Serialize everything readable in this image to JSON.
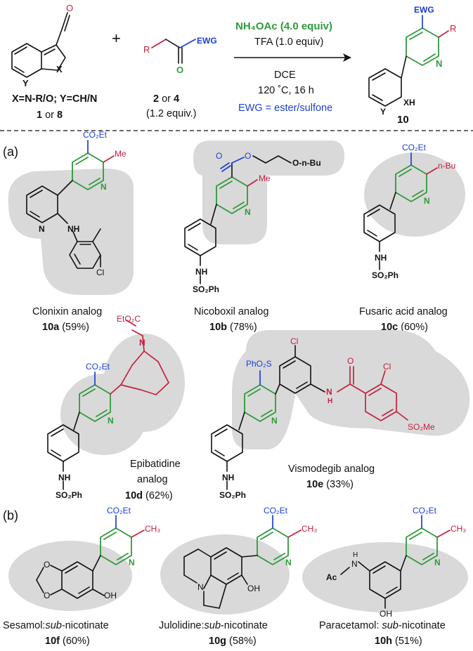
{
  "colors": {
    "green": "#2e9a3a",
    "red": "#c5203f",
    "blue": "#1a3fd6",
    "gray": "#d9d9d9"
  },
  "reaction": {
    "r1_x": "X",
    "r1_y": "Y",
    "r1_line1": "X=N-R/O; Y=CH/N",
    "r1_line2_a": "1",
    "r1_line2_or": " or ",
    "r1_line2_b": "8",
    "plus": "+",
    "r2_r": "R",
    "r2_ewg": "EWG",
    "r2_o": "O",
    "r2_line1_a": "2",
    "r2_line1_or": " or ",
    "r2_line1_b": "4",
    "r2_line2": "(1.2 equiv.)",
    "cond1": "NH₄OAc (4.0 equiv)",
    "cond2": "TFA (1.0 equiv)",
    "cond3": "DCE",
    "cond4": "120 ˚C, 16 h",
    "cond5": "EWG = ester/sulfone",
    "p_ewg": "EWG",
    "p_r": "R",
    "p_n": "N",
    "p_y": "Y",
    "p_xh": "XH",
    "p_label": "10"
  },
  "section_a": {
    "label": "(a)",
    "compounds": [
      {
        "name": "Clonixin analog",
        "id": "10a",
        "yield": " (59%)"
      },
      {
        "name": "Nicoboxil analog",
        "id": "10b",
        "yield": " (78%)"
      },
      {
        "name": "Fusaric acid analog",
        "id": "10c",
        "yield": " (60%)"
      },
      {
        "name1": "Epibatidine",
        "name2": "analog",
        "id": "10d",
        "yield": " (62%)"
      },
      {
        "name": "Vismodegib analog",
        "id": "10e",
        "yield": " (33%)"
      }
    ]
  },
  "section_b": {
    "label": "(b)",
    "compounds": [
      {
        "name_a": "Sesamol:",
        "name_b": "sub",
        "name_c": "-nicotinate",
        "id": "10f",
        "yield": " (60%)"
      },
      {
        "name_a": "Julolidine:",
        "name_b": "sub",
        "name_c": "-nicotinate",
        "id": "10g",
        "yield": " (58%)"
      },
      {
        "name_a": "Paracetamol: ",
        "name_b": "sub",
        "name_c": "-nicotinate",
        "id": "10h",
        "yield": " (51%)"
      }
    ]
  },
  "atoms": {
    "co2et": "CO₂Et",
    "me": "Me",
    "n": "N",
    "nh": "NH",
    "cl": "Cl",
    "so2ph": "SO₂Ph",
    "phso2": "PhO₂S",
    "o": "O",
    "o_nbu": "O-n-Bu",
    "n_bu": "n-Bu",
    "eto2c": "EtO₂C",
    "h": "H",
    "so2me": "SO₂Me",
    "ch3": "CH₃",
    "oh": "OH",
    "ac": "Ac"
  }
}
